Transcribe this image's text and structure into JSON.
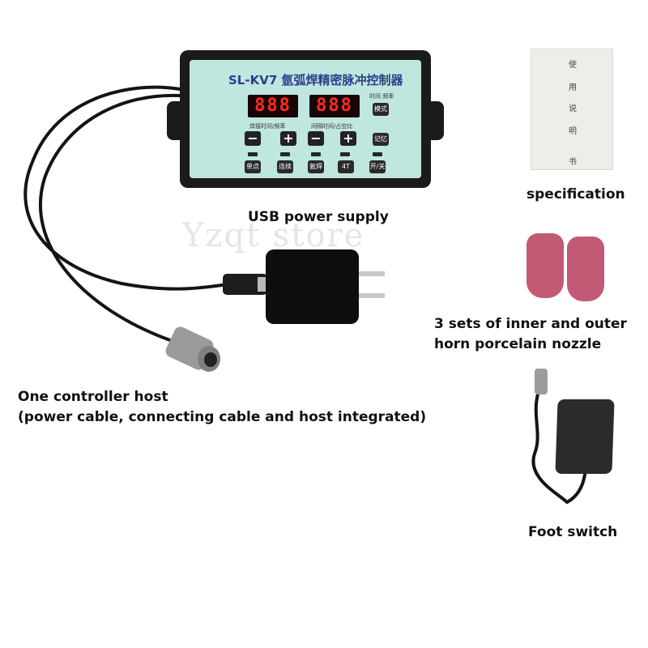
{
  "captions": {
    "usb_power": "USB power supply",
    "controller_line1": "One controller host",
    "controller_line2": "(power cable, connecting cable and host integrated)",
    "specification": "specification",
    "nozzle_line1": "3 sets of inner and outer",
    "nozzle_line2": "horn porcelain nozzle",
    "foot_switch": "Foot switch"
  },
  "watermark": "Yzqt store",
  "controller": {
    "title": "SL-KV7 氩弧焊精密脉冲控制器",
    "display_left": "888",
    "display_right": "888",
    "label_left": "焊接时间/频率",
    "label_right": "间隔时间/占空比",
    "label_time_freq": "时间 频率",
    "minus": "−",
    "plus": "+",
    "btn_mode": "模式",
    "btn_memory": "记忆",
    "btn_single": "单点",
    "btn_continuous": "连续",
    "btn_argon": "氩焊",
    "btn_4t": "4T",
    "btn_power": "开/关"
  },
  "manual": {
    "chars": [
      "使",
      "用",
      "说",
      "明",
      "书"
    ]
  },
  "colors": {
    "panel": "#bfe6df",
    "display_digits": "#ff2a1e",
    "title_text": "#2d3e8a",
    "nozzle": "#c25a75"
  }
}
